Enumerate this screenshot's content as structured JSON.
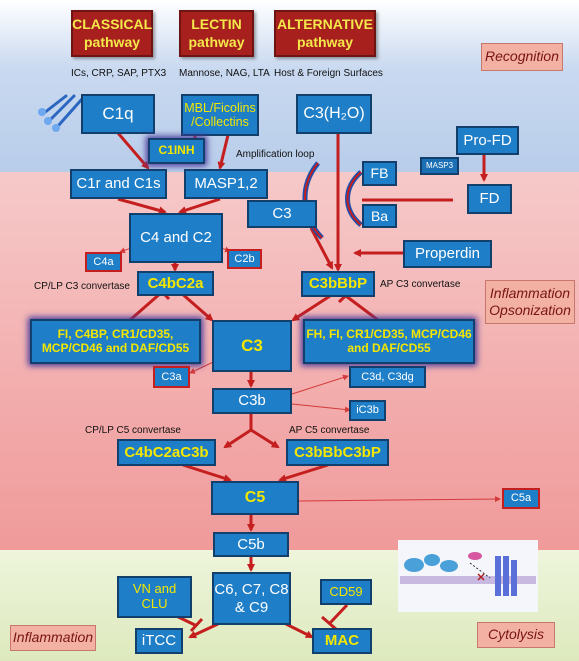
{
  "pathways": {
    "classical": "CLASSICAL pathway",
    "lectin": "LECTIN pathway",
    "alternative": "ALTERNATIVE pathway"
  },
  "activators": {
    "classical": "ICs, CRP, SAP, PTX3",
    "lectin": "Mannose, NAG, LTA",
    "alternative": "Host & Foreign Surfaces"
  },
  "regions": {
    "recognition": "Recognition",
    "inflammation_opsonization": "Inflammation Opsonization",
    "inflammation": "Inflammation",
    "cytolysis": "Cytolysis"
  },
  "nodes": {
    "c1q": "C1q",
    "mbl": "MBL/Ficolins /Collectins",
    "c3h2o": "C3(H₂O)",
    "profd": "Pro-FD",
    "c1inh": "C1INH",
    "masp3": "MASP3",
    "fb": "FB",
    "c1r": "C1r and C1s",
    "masp12": "MASP1,2",
    "fd": "FD",
    "ba": "Ba",
    "c4c2": "C4 and C2",
    "c3_alt": "C3",
    "c4a": "C4a",
    "c2b": "C2b",
    "properdin": "Properdin",
    "c4bc2a": "C4bC2a",
    "c3bbbp": "C3bBbP",
    "reg_left": "FI, C4BP, CR1/CD35, MCP/CD46 and DAF/CD55",
    "c3": "C3",
    "reg_right": "FH, FI, CR1/CD35, MCP/CD46 and DAF/CD55",
    "c3d": "C3d, C3dg",
    "c3a": "C3a",
    "c3b": "C3b",
    "ic3b": "iC3b",
    "c4bc2ac3b": "C4bC2aC3b",
    "c3bbbc3bp": "C3bBbC3bP",
    "c5": "C5",
    "c5a": "C5a",
    "c5b": "C5b",
    "vn_clu": "VN and CLU",
    "cd59": "CD59",
    "c6c9": "C6, C7, C8 & C9",
    "itcc": "iTCC",
    "mac": "MAC"
  },
  "labels": {
    "amplification_loop": "Amplification loop",
    "cp_lp_c3_convertase": "CP/LP C3 convertase",
    "ap_c3_convertase": "AP C3 convertase",
    "cp_lp_c5_convertase": "CP/LP C5 convertase",
    "ap_c5_convertase": "AP C5 convertase"
  },
  "colors": {
    "node_fill": "#1f7ec8",
    "node_border": "#123f6b",
    "arrow": "#c41e1e",
    "pathway_fill": "#a8201e",
    "pathway_text": "#f4e84a"
  },
  "icons": [
    "c1q-molecule-icon",
    "mac-pore-illustration"
  ]
}
